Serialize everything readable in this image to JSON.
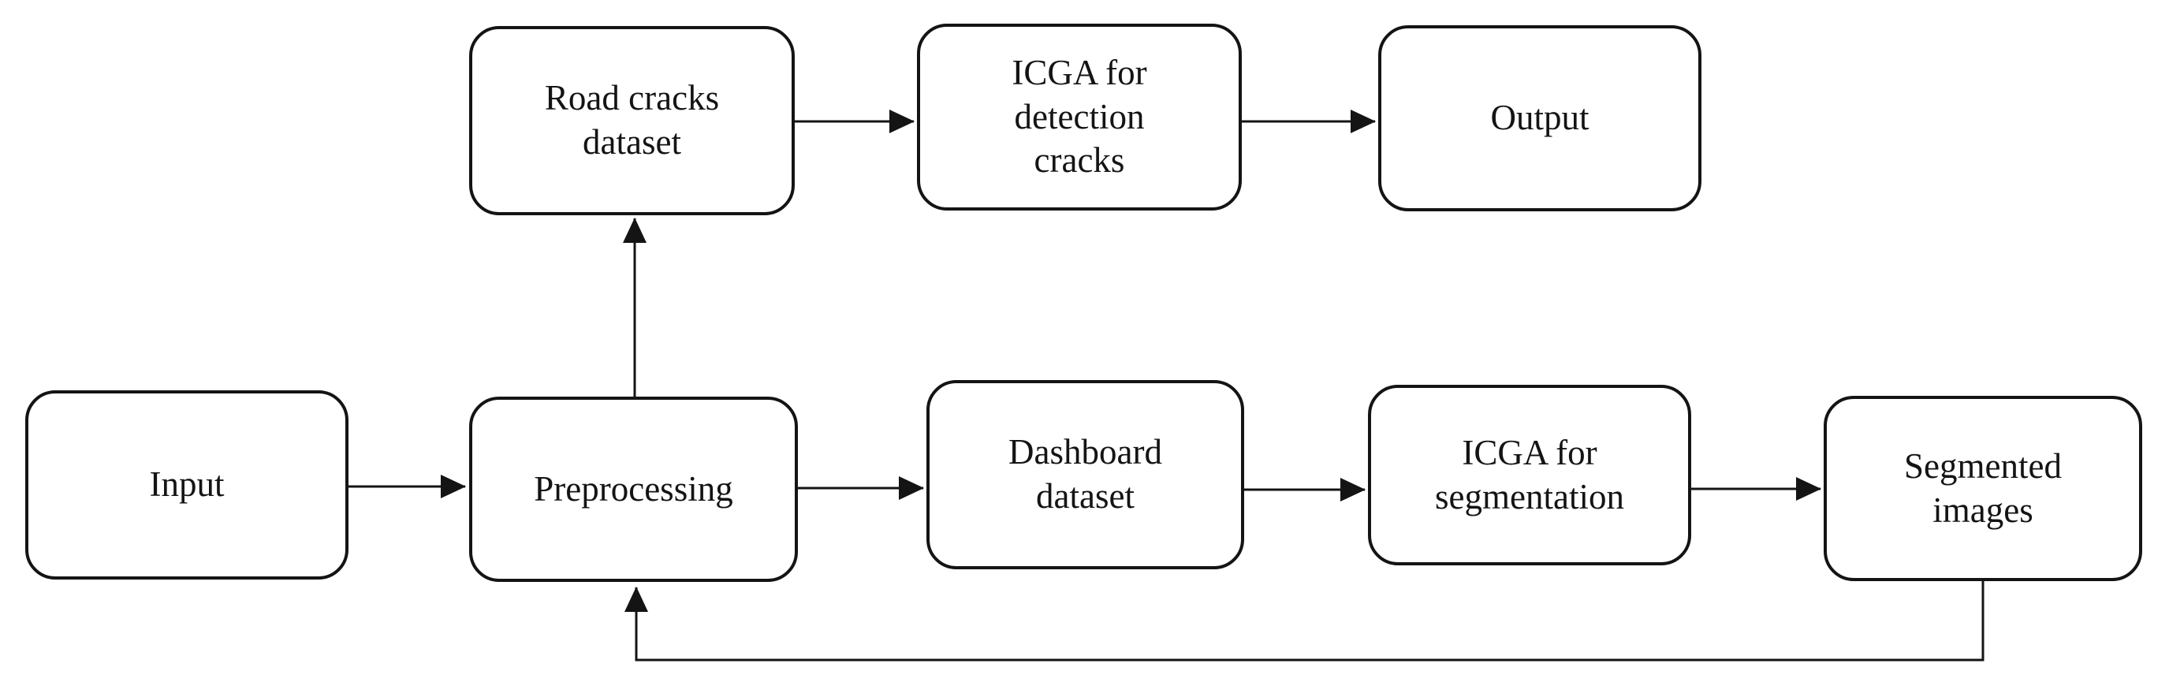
{
  "diagram": {
    "background_color": "#ffffff",
    "line_color": "#141414",
    "nodes": {
      "input": {
        "label": "Input"
      },
      "preprocessing": {
        "label": "Preprocessing"
      },
      "road_cracks": {
        "label": "Road cracks\ndataset"
      },
      "icga_detection": {
        "label": "ICGA for\ndetection\ncracks"
      },
      "output": {
        "label": "Output"
      },
      "dashboard": {
        "label": "Dashboard\ndataset"
      },
      "icga_segmentation": {
        "label": "ICGA for\nsegmentation"
      },
      "segmented": {
        "label": "Segmented\nimages"
      }
    },
    "edges": [
      {
        "from": "input",
        "to": "preprocessing",
        "type": "arrow"
      },
      {
        "from": "preprocessing",
        "to": "road_cracks",
        "type": "arrow"
      },
      {
        "from": "road_cracks",
        "to": "icga_detection",
        "type": "arrow"
      },
      {
        "from": "icga_detection",
        "to": "output",
        "type": "arrow"
      },
      {
        "from": "preprocessing",
        "to": "dashboard",
        "type": "arrow"
      },
      {
        "from": "dashboard",
        "to": "icga_segmentation",
        "type": "arrow"
      },
      {
        "from": "icga_segmentation",
        "to": "segmented",
        "type": "arrow"
      },
      {
        "from": "segmented",
        "to": "preprocessing",
        "type": "feedback-arrow"
      }
    ]
  }
}
